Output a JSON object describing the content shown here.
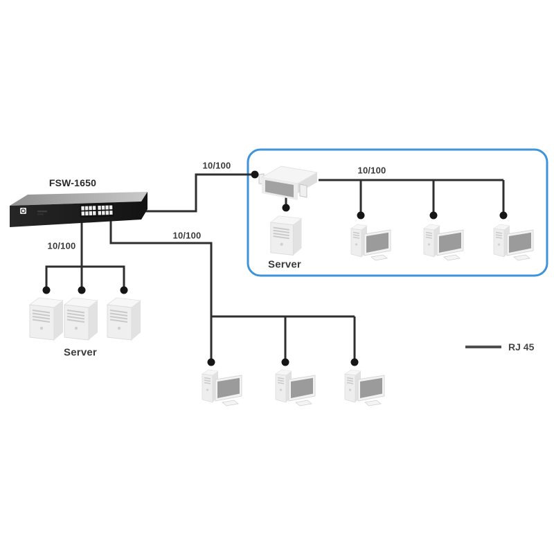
{
  "diagram": {
    "switch": {
      "label": "FSW-1650"
    },
    "link_labels": {
      "uplink": "10/100",
      "server_branch": "10/100",
      "pc_branch": "10/100",
      "workgroup_lan": "10/100"
    },
    "server_cluster": {
      "caption": "Server",
      "tower_count": 3
    },
    "workgroup": {
      "server_caption": "Server",
      "pc_count": 3
    },
    "pc_cluster": {
      "pc_count": 3
    },
    "legend": {
      "rj45_label": "RJ 45"
    },
    "devices": {
      "switch_icon": "rackmount-16-port-switch",
      "hub_icon": "desktop-hub",
      "server_icon": "tower-server",
      "pc_icon": "desktop-pc-with-monitor"
    },
    "colors": {
      "background": "#ffffff",
      "cable": "#2e2e2e",
      "node_dot": "#161616",
      "highlight_border": "#3f93d8",
      "label_text": "#3a3a3a",
      "switch_front": "#1d1d1d",
      "device_gray": "#ededed",
      "screen_gray": "#9b9b9b",
      "legend_line": "#4f4f4f"
    }
  }
}
